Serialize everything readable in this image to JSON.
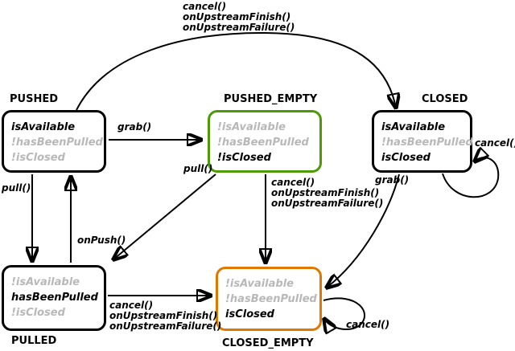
{
  "colors": {
    "green_border": "#4e9a06",
    "orange_border": "#e07800",
    "black_border": "#000000",
    "muted_text": "#b8b8b8",
    "edge": "#000000"
  },
  "states": [
    {
      "name": "PUSHED",
      "border": "#000000",
      "flags": [
        {
          "text": "isAvailable",
          "muted": "false"
        },
        {
          "text": "!hasBeenPulled",
          "muted": "true"
        },
        {
          "text": "!isClosed",
          "muted": "true"
        }
      ]
    },
    {
      "name": "PUSHED_EMPTY",
      "border": "#4e9a06",
      "flags": [
        {
          "text": "!isAvailable",
          "muted": "true"
        },
        {
          "text": "!hasBeenPulled",
          "muted": "true"
        },
        {
          "text": "!isClosed",
          "muted": "false"
        }
      ]
    },
    {
      "name": "CLOSED",
      "border": "#000000",
      "flags": [
        {
          "text": "isAvailable",
          "muted": "false"
        },
        {
          "text": "!hasBeenPulled",
          "muted": "true"
        },
        {
          "text": "isClosed",
          "muted": "false"
        }
      ]
    },
    {
      "name": "PULLED",
      "border": "#000000",
      "flags": [
        {
          "text": "!isAvailable",
          "muted": "true"
        },
        {
          "text": "hasBeenPulled",
          "muted": "false"
        },
        {
          "text": "!isClosed",
          "muted": "true"
        }
      ]
    },
    {
      "name": "CLOSED_EMPTY",
      "border": "#e07800",
      "flags": [
        {
          "text": "!isAvailable",
          "muted": "true"
        },
        {
          "text": "!hasBeenPulled",
          "muted": "true"
        },
        {
          "text": "isClosed",
          "muted": "false"
        }
      ]
    }
  ],
  "transitions": [
    {
      "from": "PUSHED",
      "to": "CLOSED",
      "labels": [
        "cancel()",
        "onUpstreamFinish()",
        "onUpstreamFailure()"
      ]
    },
    {
      "from": "PUSHED",
      "to": "PUSHED_EMPTY",
      "labels": [
        "grab()"
      ]
    },
    {
      "from": "PUSHED",
      "to": "PULLED",
      "labels": [
        "pull()"
      ]
    },
    {
      "from": "PULLED",
      "to": "PUSHED",
      "labels": [
        "onPush()"
      ]
    },
    {
      "from": "PUSHED_EMPTY",
      "to": "PULLED",
      "labels": [
        "pull()"
      ]
    },
    {
      "from": "PUSHED_EMPTY",
      "to": "CLOSED_EMPTY",
      "labels": [
        "cancel()",
        "onUpstreamFinish()",
        "onUpstreamFailure()"
      ]
    },
    {
      "from": "PULLED",
      "to": "CLOSED_EMPTY",
      "labels": [
        "cancel()",
        "onUpstreamFinish()",
        "onUpstreamFailure()"
      ]
    },
    {
      "from": "CLOSED",
      "to": "CLOSED_EMPTY",
      "labels": [
        "grab()"
      ]
    },
    {
      "from": "CLOSED",
      "to": "CLOSED",
      "labels": [
        "cancel()"
      ]
    },
    {
      "from": "CLOSED_EMPTY",
      "to": "CLOSED_EMPTY",
      "labels": [
        "cancel()"
      ]
    }
  ]
}
